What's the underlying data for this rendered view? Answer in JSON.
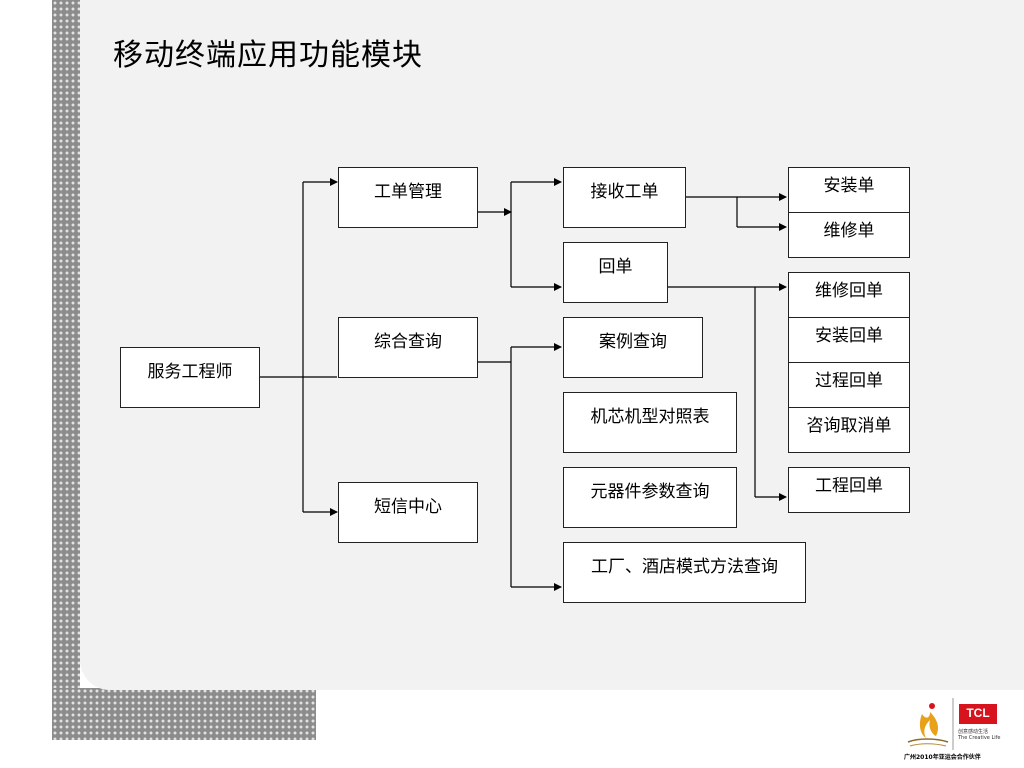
{
  "title": "移动终端应用功能模块",
  "nodes": {
    "engineer": "服务工程师",
    "work_order_mgmt": "工单管理",
    "general_query": "综合查询",
    "sms_center": "短信中心",
    "receive_order": "接收工单",
    "reply_order": "回单",
    "case_query": "案例查询",
    "chassis_model_table": "机芯机型对照表",
    "component_param_query": "元器件参数查询",
    "factory_hotel_query": "工厂、酒店模式方法查询",
    "install_order": "安装单",
    "repair_order": "维修单",
    "repair_reply": "维修回单",
    "install_reply": "安装回单",
    "process_reply": "过程回单",
    "consult_cancel": "咨询取消单",
    "project_reply": "工程回单"
  },
  "footer": {
    "brand": "TCL",
    "tagline_cn": "创意感动生活",
    "tagline_en": "The Creative Life",
    "partner": "广州2010年亚运会合作伙伴"
  },
  "colors": {
    "panel": "#f2f2f2",
    "dots": "#8c8c8c",
    "brand_red": "#d7141d"
  }
}
